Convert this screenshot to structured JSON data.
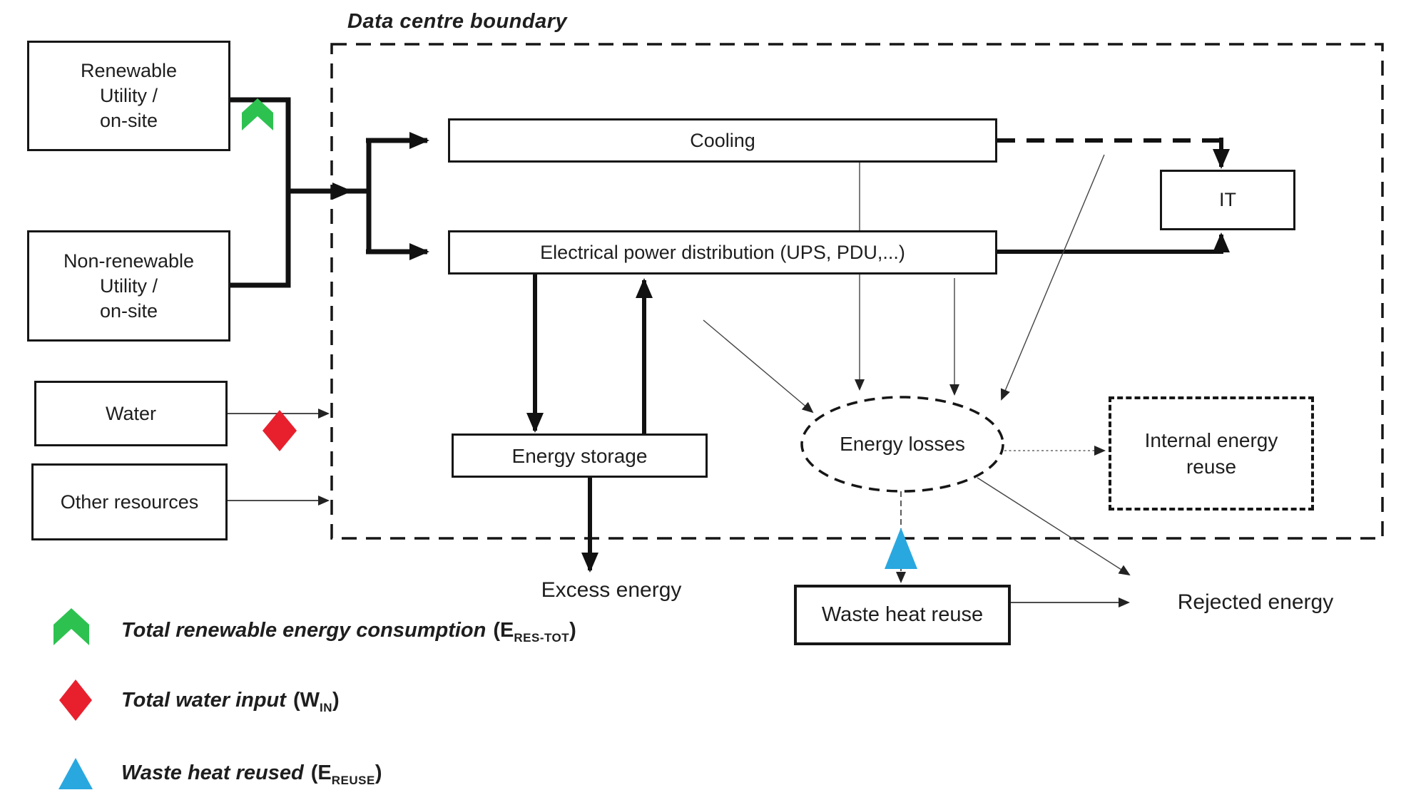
{
  "title": "Data centre boundary",
  "nodes": {
    "renewable": {
      "line1": "Renewable",
      "line2": "Utility /",
      "line3": "on-site"
    },
    "non_renewable": {
      "line1": "Non-renewable",
      "line2": "Utility /",
      "line3": "on-site"
    },
    "water": {
      "label": "Water"
    },
    "other_resources": {
      "label": "Other resources"
    },
    "cooling": {
      "label": "Cooling"
    },
    "electrical": {
      "label": "Electrical power distribution (UPS, PDU,...)"
    },
    "it": {
      "label": "IT"
    },
    "energy_storage": {
      "label": "Energy storage"
    },
    "energy_losses": {
      "label": "Energy losses"
    },
    "internal_reuse": {
      "line1": "Internal energy",
      "line2": "reuse"
    },
    "waste_heat_reuse": {
      "label": "Waste heat reuse"
    }
  },
  "outputs": {
    "excess": "Excess energy",
    "rejected": "Rejected energy"
  },
  "legend": {
    "rows": [
      {
        "icon": "green-up-arrow",
        "label": "Total renewable energy consumption",
        "formula_open": "(E",
        "formula_sub": "RES-TOT",
        "formula_close": ")"
      },
      {
        "icon": "red-diamond",
        "label": "Total water input",
        "formula_open": "(W",
        "formula_sub": "IN",
        "formula_close": ")"
      },
      {
        "icon": "blue-triangle",
        "label": "Waste heat reused",
        "formula_open": "(E",
        "formula_sub": "REUSE",
        "formula_close": ")"
      }
    ]
  },
  "colors": {
    "green": "#2DC250",
    "red": "#E8202E",
    "blue": "#29A8E0",
    "line": "#111111"
  }
}
